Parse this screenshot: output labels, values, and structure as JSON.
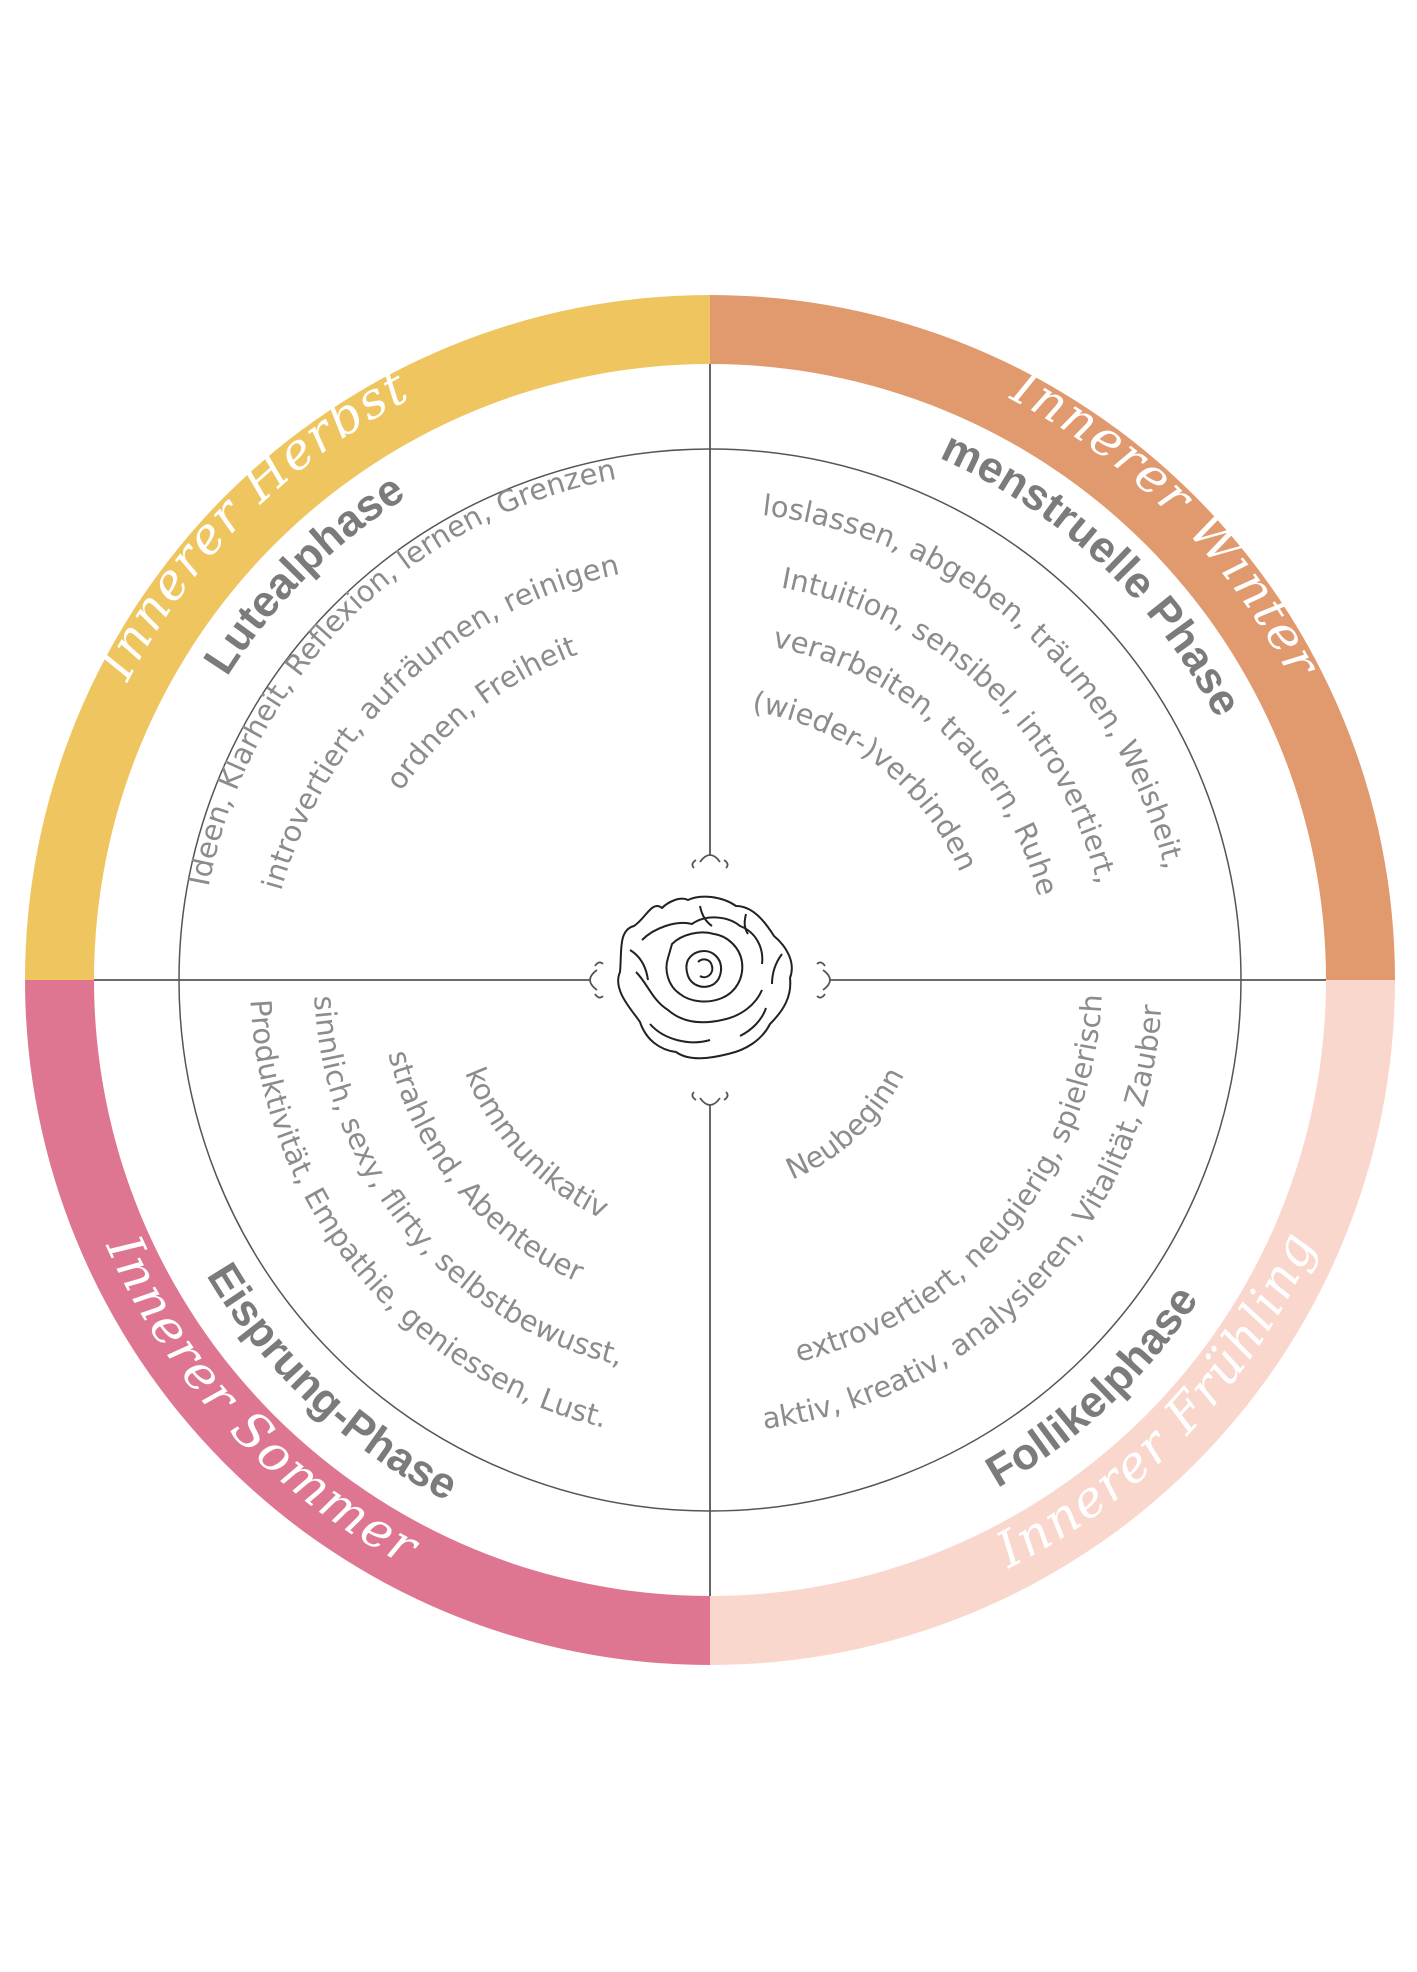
{
  "colors": {
    "autumn": "#EEC55E",
    "winter": "#E1996E",
    "summer": "#DE7692",
    "spring": "#FAD7CC",
    "season_text": "#ffffff",
    "phase_text": "#7B7B7B",
    "desc_text": "#8C8C8C",
    "lines": "#555555"
  },
  "quadrants": {
    "autumn": {
      "season": "Innerer Herbst",
      "phase": "Lutealphase",
      "lines": [
        "Ideen, Klarheit, Reflexion, lernen, Grenzen",
        "introvertiert, aufräumen, reinigen",
        "ordnen, Freiheit"
      ]
    },
    "winter": {
      "season": "Innerer Winter",
      "phase": "menstruelle Phase",
      "lines": [
        "loslassen, abgeben, träumen, Weisheit,",
        "Intuition, sensibel, introvertiert,",
        "verarbeiten, trauern, Ruhe",
        "(wieder-)verbinden"
      ]
    },
    "summer": {
      "season": "Innerer Sommer",
      "phase": "Eisprung-Phase",
      "lines": [
        "kommunikativ",
        "strahlend, Abenteuer",
        "sinnlich, sexy, flirty, selbstbewusst,",
        "Produktivität, Empathie, geniessen, Lust."
      ]
    },
    "spring": {
      "season": "Innerer Frühling",
      "phase": "Follikelphase",
      "lines": [
        "Neubeginn",
        "extrovertiert, neugierig, spielerisch",
        "aktiv, kreativ, analysieren, Vitalität, Zauber"
      ]
    }
  },
  "center_icon": "rose-icon"
}
